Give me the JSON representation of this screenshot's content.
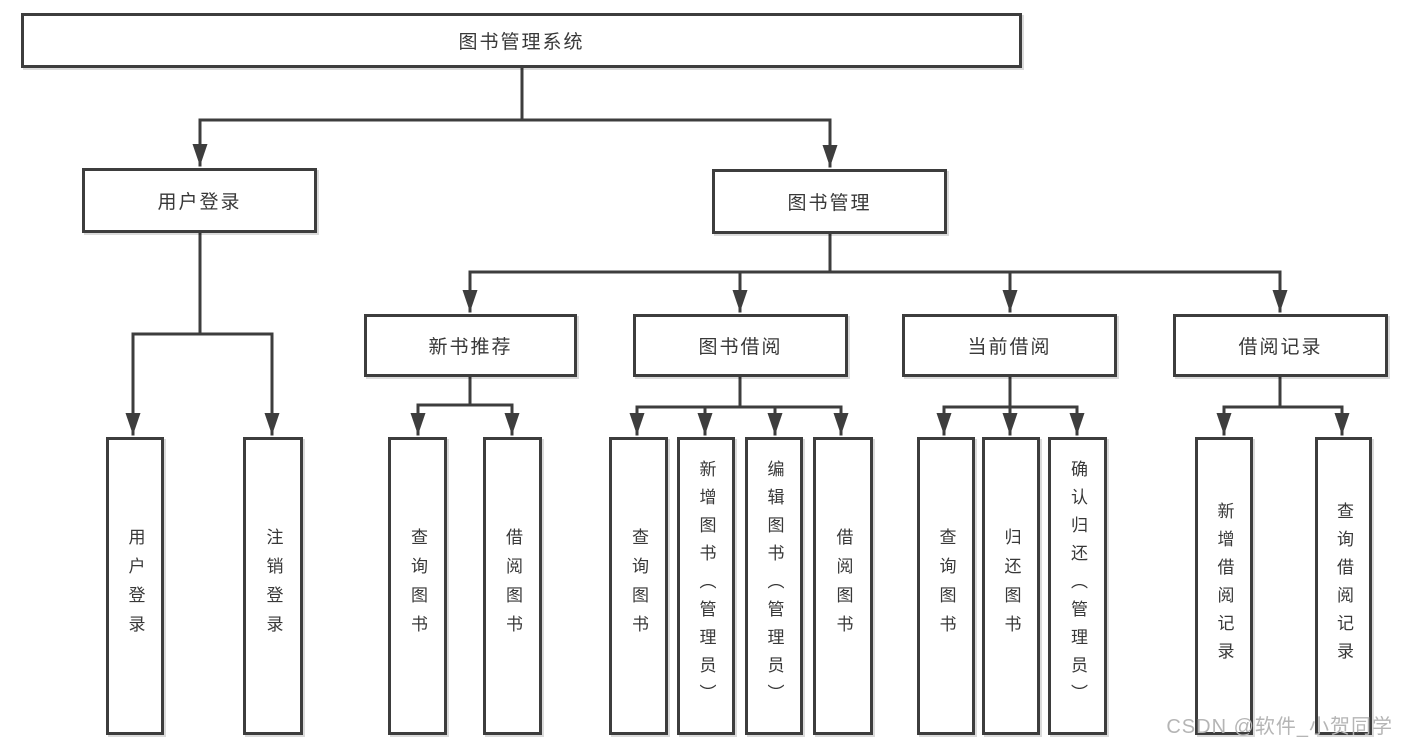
{
  "diagram": {
    "root": {
      "label": "图书管理系统"
    },
    "level1": [
      {
        "id": "user-login",
        "label": "用户登录"
      },
      {
        "id": "book-management",
        "label": "图书管理"
      }
    ],
    "level2": [
      {
        "id": "new-book-recommend",
        "label": "新书推荐",
        "parent": "图书管理"
      },
      {
        "id": "book-borrow",
        "label": "图书借阅",
        "parent": "图书管理"
      },
      {
        "id": "current-borrow",
        "label": "当前借阅",
        "parent": "图书管理"
      },
      {
        "id": "borrow-record",
        "label": "借阅记录",
        "parent": "图书管理"
      }
    ],
    "leaves": [
      {
        "label": "用户登录",
        "parent": "用户登录"
      },
      {
        "label": "注销登录",
        "parent": "用户登录"
      },
      {
        "label": "查询图书",
        "parent": "新书推荐"
      },
      {
        "label": "借阅图书",
        "parent": "新书推荐"
      },
      {
        "label": "查询图书",
        "parent": "图书借阅"
      },
      {
        "label": "新增图书（管理员）",
        "parent": "图书借阅"
      },
      {
        "label": "编辑图书（管理员）",
        "parent": "图书借阅"
      },
      {
        "label": "借阅图书",
        "parent": "图书借阅"
      },
      {
        "label": "查询图书",
        "parent": "当前借阅"
      },
      {
        "label": "归还图书",
        "parent": "当前借阅"
      },
      {
        "label": "确认归还（管理员）",
        "parent": "当前借阅"
      },
      {
        "label": "新增借阅记录",
        "parent": "借阅记录"
      },
      {
        "label": "查询借阅记录",
        "parent": "借阅记录"
      }
    ]
  },
  "watermark": "CSDN @软件_小贺同学",
  "colors": {
    "line": "#3d3d3d",
    "box_border": "#3d3d3d",
    "text": "#383838",
    "background": "#ffffff",
    "watermark": "#b5b5b5"
  }
}
